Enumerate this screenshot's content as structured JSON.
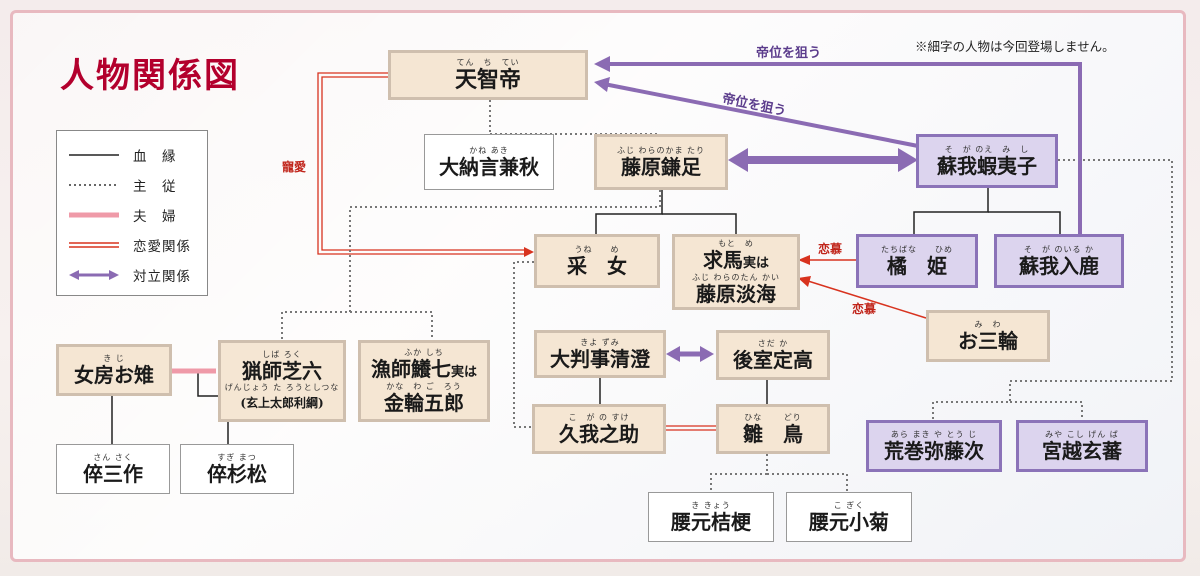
{
  "title": "人物関係図",
  "note": "※細字の人物は今回登場しません。",
  "legend": [
    {
      "label": "血　縁",
      "style": "solid"
    },
    {
      "label": "主　従",
      "style": "dotted"
    },
    {
      "label": "夫　婦",
      "style": "marriage"
    },
    {
      "label": "恋愛関係",
      "style": "love"
    },
    {
      "label": "対立関係",
      "style": "conflict"
    }
  ],
  "people": {
    "tenchi": {
      "name": "天智帝",
      "ruby": "てん　ち　てい"
    },
    "kaneaki": {
      "name": "大納言兼秋",
      "ruby": "かね あき"
    },
    "kamatari": {
      "name": "藤原鎌足",
      "ruby": "ふじ わらのかま たり"
    },
    "iruka_father": {
      "name": "蘇我蝦夷子",
      "ruby": "そ　が のえ　み　し"
    },
    "uneme": {
      "name": "采　女",
      "ruby": "うね　　め"
    },
    "motome": {
      "name": "求馬",
      "mid": "実は",
      "name2": "藤原淡海",
      "ruby": "もと　め",
      "ruby2": "ふじ わらのたん かい"
    },
    "tachibana": {
      "name": "橘　姫",
      "ruby": "たちばな　　ひめ"
    },
    "iruka": {
      "name": "蘇我入鹿",
      "ruby": "そ　が のいる か"
    },
    "omiwa": {
      "name": "お三輪",
      "ruby": "み　わ"
    },
    "shibaroku": {
      "name": "猟師芝六",
      "ruby": "しば ろく",
      "sub": "(玄上太郎利綱)",
      "ruby_sub": "げんじょう た ろうとしつな"
    },
    "fukashichi": {
      "name": "漁師鱶七",
      "mid": "実は",
      "name2": "金輪五郎",
      "ruby": "ふか しち",
      "ruby2": "かな　わ ご　ろう"
    },
    "kiyozumi": {
      "name": "大判事清澄",
      "ruby": "きよ ずみ"
    },
    "sadaka": {
      "name": "後室定高",
      "ruby": "さだ か"
    },
    "okiji": {
      "name": "女房お雉",
      "ruby": "き じ"
    },
    "kuganosuke": {
      "name": "久我之助",
      "ruby": "こ　が の すけ"
    },
    "hinadori": {
      "name": "雛　鳥",
      "ruby": "ひな　　 どり"
    },
    "sansaku": {
      "name": "倅三作",
      "ruby": "さん さく"
    },
    "sugimatsu": {
      "name": "倅杉松",
      "ruby": "すぎ まつ"
    },
    "araMaki": {
      "name": "荒巻弥藤次",
      "ruby": "あら まき や とう じ"
    },
    "gemba": {
      "name": "宮越玄蕃",
      "ruby": "みや こし げん ば"
    },
    "kikyo": {
      "name": "腰元桔梗",
      "ruby": "き きょう"
    },
    "kogiku": {
      "name": "腰元小菊",
      "ruby": "こ ぎく"
    }
  },
  "relations": {
    "aim1": "帝位を狙う",
    "aim2": "帝位を狙う",
    "chouai": "寵愛",
    "renbo1": "恋慕",
    "renbo2": "恋慕"
  },
  "colors": {
    "accent": "#b3002d",
    "conflict": "#8b6bb3",
    "love": "#d8331f",
    "marriage": "#ef9aa8"
  }
}
